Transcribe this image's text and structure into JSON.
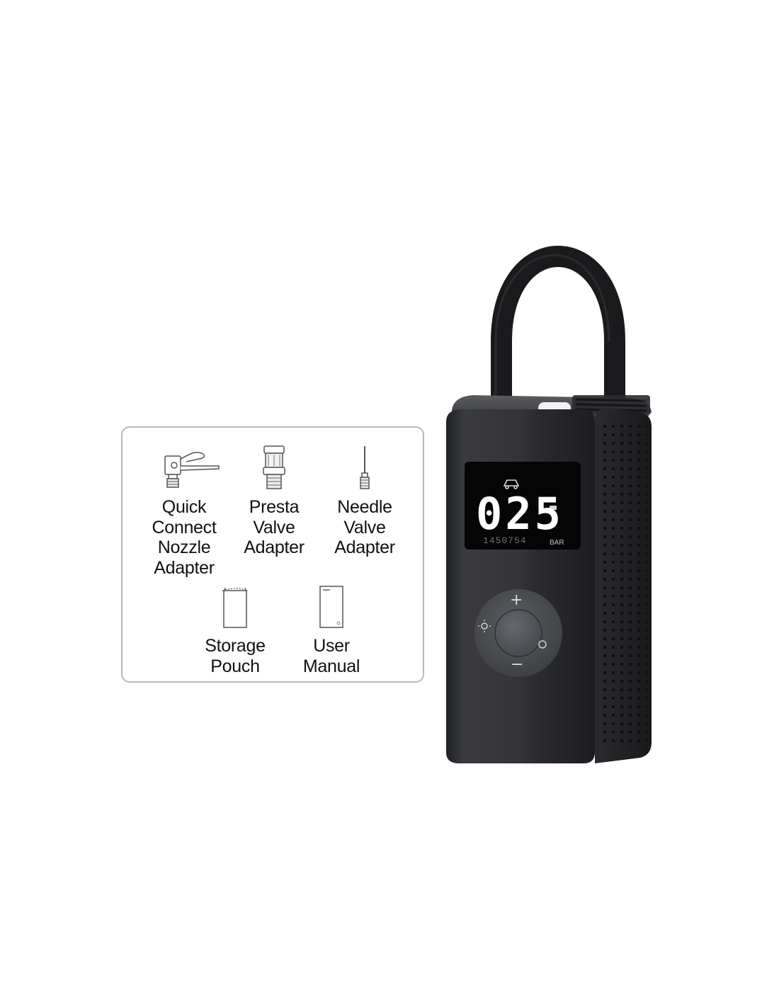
{
  "accessories": [
    {
      "label": "Quick\nConnect\nNozzle\nAdapter",
      "icon": "quick-connect-nozzle-icon"
    },
    {
      "label": "Presta\nValve\nAdapter",
      "icon": "presta-valve-adapter-icon"
    },
    {
      "label": "Needle\nValve\nAdapter",
      "icon": "needle-valve-adapter-icon"
    },
    {
      "label": "Storage\nPouch",
      "icon": "storage-pouch-icon"
    },
    {
      "label": "User\nManual",
      "icon": "user-manual-icon"
    }
  ],
  "device": {
    "display_value": "025",
    "display_unit": "BAR",
    "display_sub": "1450754",
    "button_plus": "+",
    "button_minus": "−"
  },
  "colors": {
    "device_body": "#2f3034",
    "screen": "#050505",
    "box_border": "#b9b9b9"
  }
}
